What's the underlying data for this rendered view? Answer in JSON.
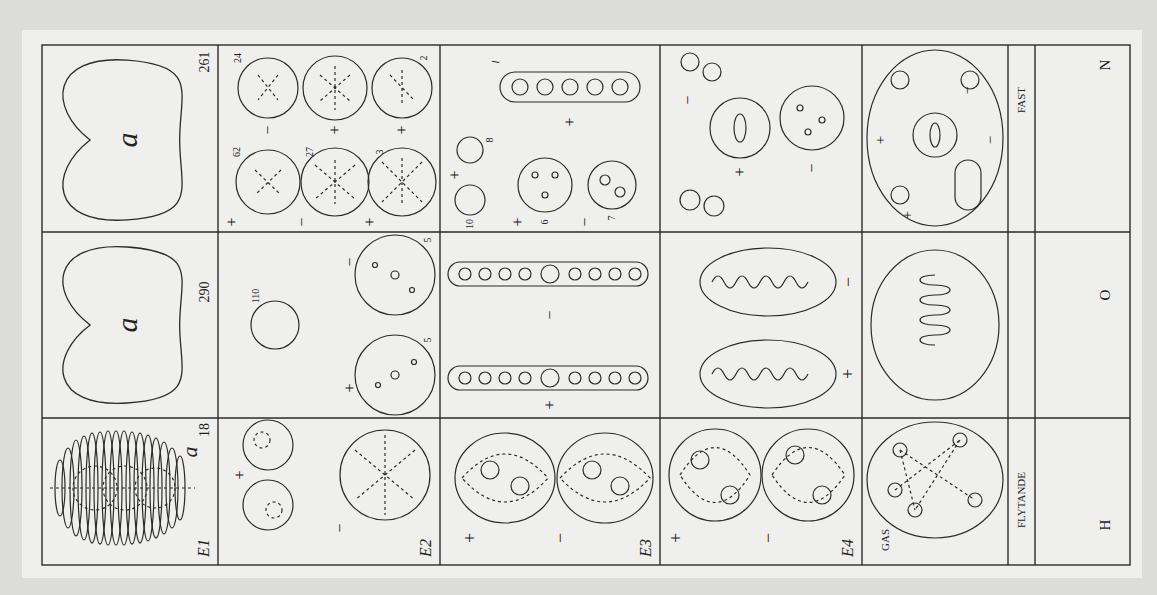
{
  "diagram": {
    "nodes": [
      {
        "text": [
          "a"
        ]
      },
      {
        "text": [
          "a"
        ]
      }
    ],
    "labels": [
      "261",
      "290",
      "18",
      "E1",
      "E2",
      "E3",
      "E4",
      "GAS",
      "FLYTANDE",
      "FAST",
      "N",
      "O",
      "H",
      "a",
      "24",
      "2",
      "62",
      "27",
      "3",
      "−",
      "+",
      "+",
      "+",
      "−",
      "+",
      "110",
      "5",
      "5",
      "−",
      "+",
      "+",
      "−",
      "l",
      "10",
      "8",
      "6",
      "7",
      "+",
      "+",
      "+",
      "−",
      "−",
      "+",
      "+",
      "−",
      "−",
      "+",
      "−",
      "−",
      "+",
      "+",
      "−",
      "+",
      "−",
      "+",
      "−"
    ]
  }
}
